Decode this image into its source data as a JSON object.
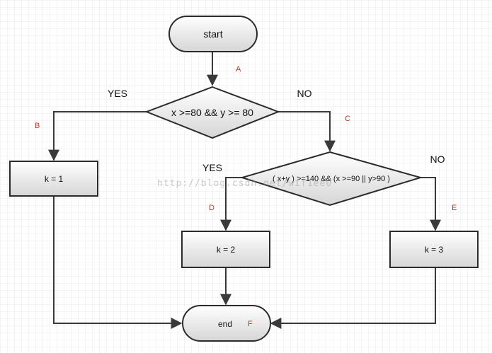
{
  "diagram": {
    "nodes": {
      "start": "start",
      "decision1": "x >=80 && y >= 80",
      "decision2": "( x+y ) >=140  && (x  >=90 || y>90 )",
      "k1": "k = 1",
      "k2": "k = 2",
      "k3": "k = 3",
      "end": "end"
    },
    "branches": {
      "d1_yes": "YES",
      "d1_no": "NO",
      "d2_yes": "YES",
      "d2_no": "NO"
    },
    "edge_labels": {
      "a": "A",
      "b": "B",
      "c": "C",
      "d": "D",
      "e": "E",
      "f": "F"
    },
    "watermark": "http://blog.csdn.net/wif1ee0",
    "colors": {
      "node_fill_top": "#ffffff",
      "node_fill_bottom": "#dcdcdc",
      "edge": "#3a3a3a",
      "marker_label": "#c0392b",
      "grid": "#d9d9d9"
    }
  }
}
